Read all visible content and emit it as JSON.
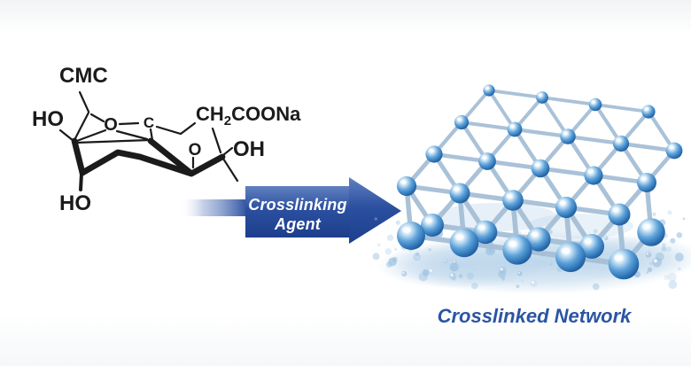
{
  "molecule": {
    "label_cmc": "CMC",
    "label_ho_left": "HO",
    "label_ring_o": "O",
    "label_ring_c": "C",
    "sidechain_pre": "CH",
    "sidechain_sub": "2",
    "sidechain_post": "COONa",
    "label_bridge_o": "O",
    "label_oh_right": "OH",
    "label_ho_bottom": "HO",
    "ink_color": "#1b1b1b"
  },
  "arrow": {
    "line1": "Crosslinking",
    "line2": "Agent",
    "fill": "#2b509f",
    "text_color": "#ffffff"
  },
  "network": {
    "caption": "Crosslinked Network",
    "caption_color": "#2a55a3",
    "sphere_color": "#2e73b5",
    "stick_color": "#a6bfd6",
    "splash_color": "#b9d4ea"
  }
}
